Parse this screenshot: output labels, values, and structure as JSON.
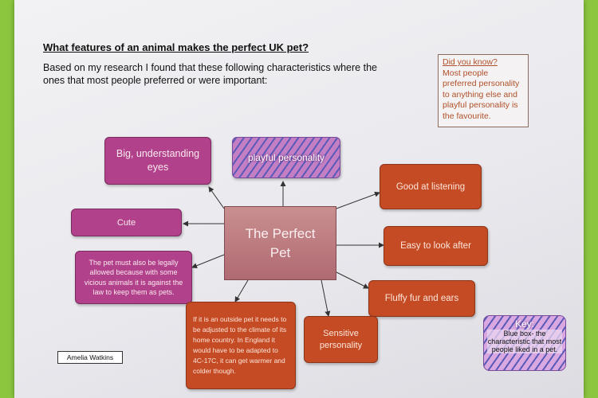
{
  "title": "What features of an animal makes the perfect UK pet?",
  "intro": "Based on my research I found that these following characteristics where the ones that most people preferred or were important:",
  "did_you_know": {
    "heading": "Did you know?",
    "text": "Most people preferred personality to anything else and playful personality is the favourite."
  },
  "center": {
    "line1": "The Perfect",
    "line2": "Pet"
  },
  "nodes": [
    {
      "name": "big-eyes",
      "text": "Big, understanding eyes",
      "color": "pink"
    },
    {
      "name": "playful",
      "text": "playful personality",
      "color": "blue-hatched"
    },
    {
      "name": "listening",
      "text": "Good at listening",
      "color": "orange"
    },
    {
      "name": "cute",
      "text": "Cute",
      "color": "pink"
    },
    {
      "name": "easy-look",
      "text": "Easy to look after",
      "color": "orange"
    },
    {
      "name": "legal",
      "text": "The pet must also be legally allowed because with some vicious animals it is against the law to keep them as pets.",
      "color": "pink"
    },
    {
      "name": "fluffy",
      "text": "Fluffy fur and ears",
      "color": "orange"
    },
    {
      "name": "sensitive",
      "text": "Sensitive personality",
      "color": "orange"
    },
    {
      "name": "outside",
      "text": "If it is an outside pet it needs to be adjusted to the climate of its home country. In England it would have to be adapted to 4C-17C, it can get warmer and colder though.",
      "color": "orange"
    }
  ],
  "key": {
    "heading": "Key:",
    "text": "Blue box- the characteristic that most people liked in a pet."
  },
  "author": "Amelia Watkins",
  "colors": {
    "pink": "#b0418a",
    "orange": "#c44b24",
    "hatch_purple": "#c47fc4",
    "hatch_blue": "#5a5ab8",
    "background_green": "#8cc63f"
  }
}
